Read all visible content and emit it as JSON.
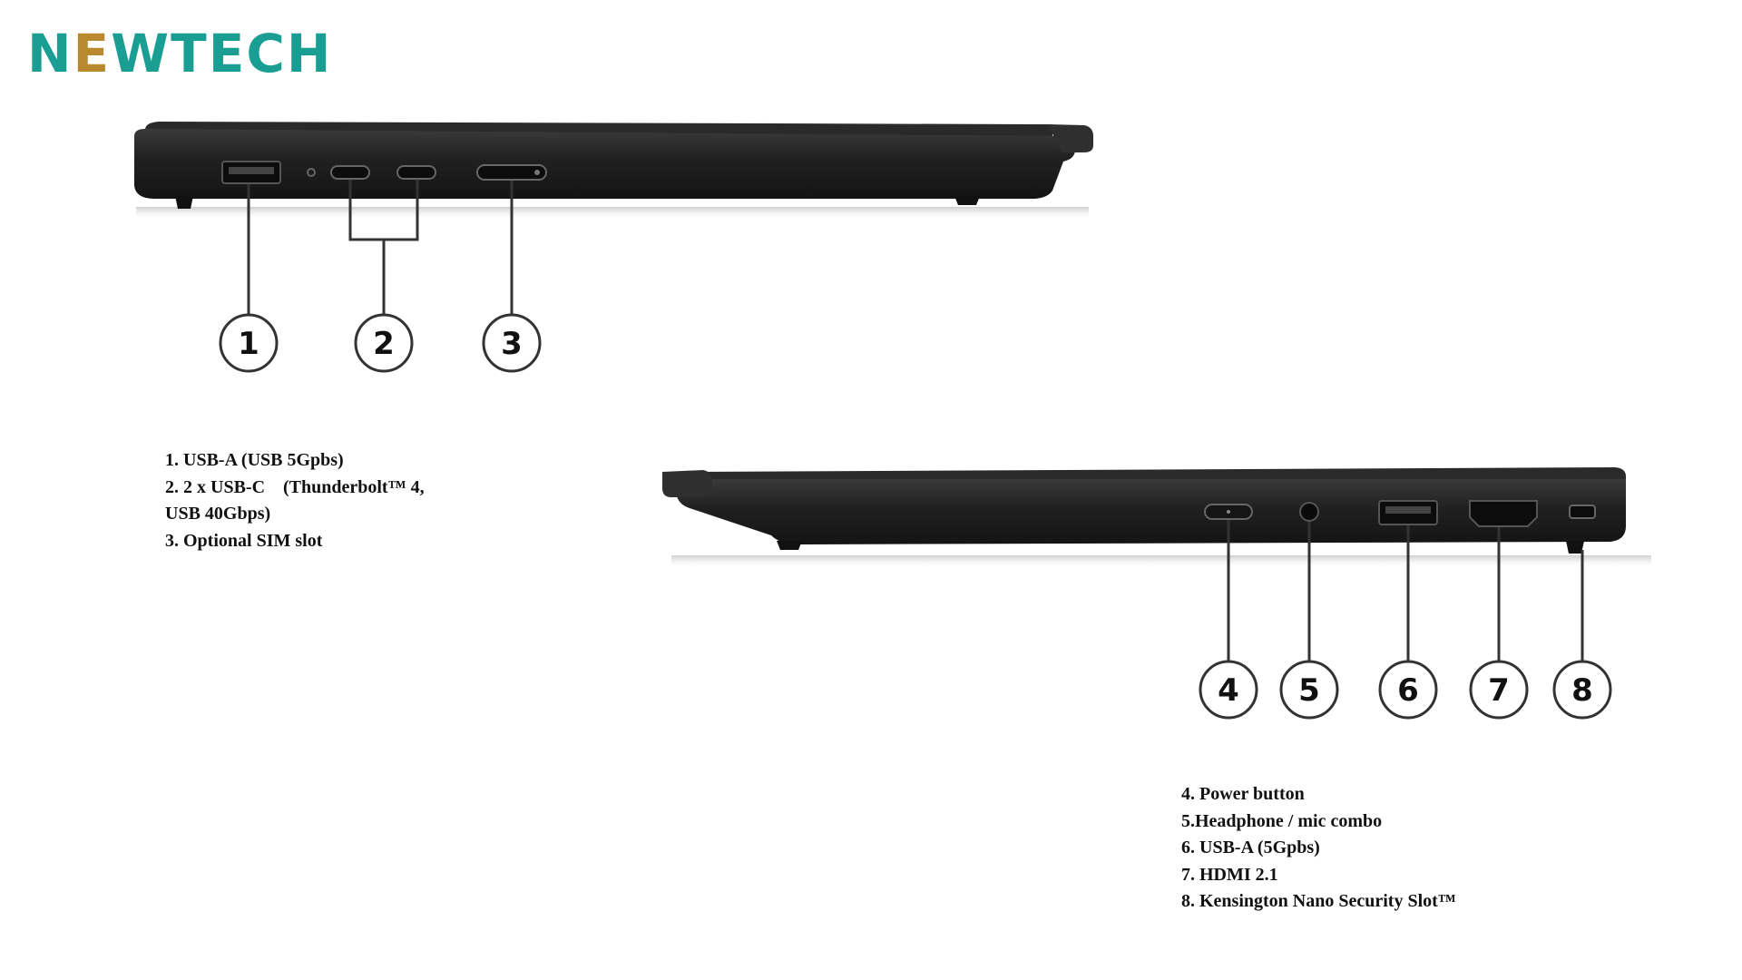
{
  "brand": {
    "logo_text": "NEWTECH",
    "colors": {
      "teal": "#1a9e94",
      "gold": "#b8892e"
    }
  },
  "left_side": {
    "callouts": [
      "1",
      "2",
      "3"
    ],
    "legend": [
      "1. USB-A (USB 5Gpbs)",
      "2. 2 x USB-C    (Thunderbolt™ 4,",
      "USB 40Gbps)",
      "3. Optional SIM slot"
    ]
  },
  "right_side": {
    "callouts": [
      "4",
      "5",
      "6",
      "7",
      "8"
    ],
    "legend": [
      "4. Power button",
      "5.Headphone / mic combo",
      "6. USB-A (5Gpbs)",
      "7. HDMI 2.1",
      "8. Kensington Nano Security Slot™"
    ]
  },
  "colors": {
    "laptop_body": "#1e1e1e",
    "laptop_lid": "#2b2b2b",
    "leader_line": "#333333"
  }
}
